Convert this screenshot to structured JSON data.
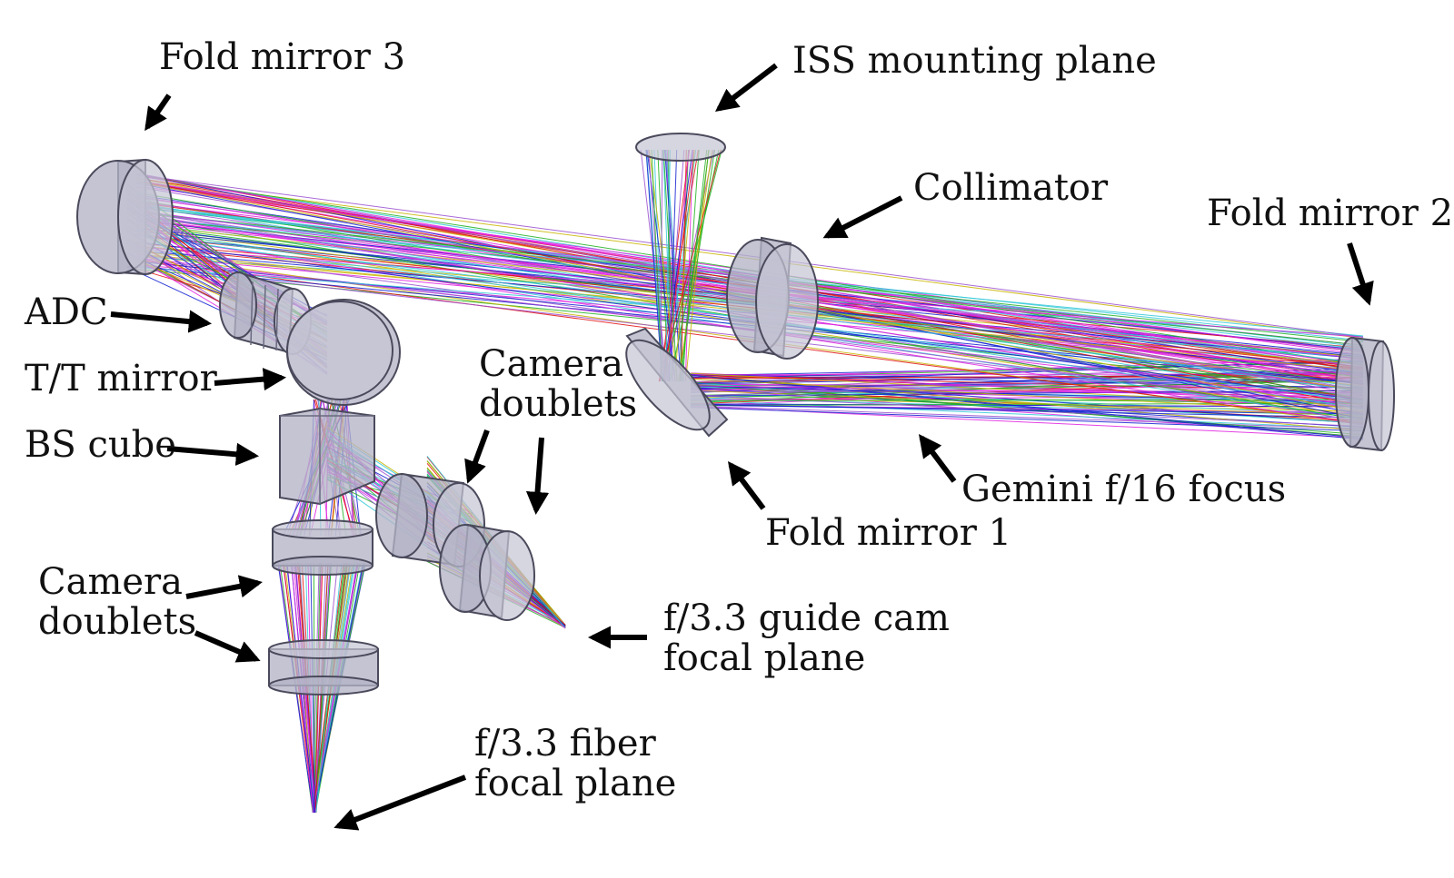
{
  "labels": {
    "fold_mirror_3": "Fold mirror 3",
    "iss_mounting_plane": "ISS mounting plane",
    "collimator": "Collimator",
    "fold_mirror_2": "Fold mirror 2",
    "adc": "ADC",
    "tt_mirror": "T/T mirror",
    "bs_cube": "BS cube",
    "camera_doublets_upper_line1": "Camera",
    "camera_doublets_upper_line2": "doublets",
    "camera_doublets_lower_line1": "Camera",
    "camera_doublets_lower_line2": "doublets",
    "gemini_focus": "Gemini f/16 focus",
    "fold_mirror_1": "Fold mirror 1",
    "guide_cam_line1": "f/3.3 guide cam",
    "guide_cam_line2": "focal plane",
    "fiber_line1": "f/3.3 fiber",
    "fiber_line2": "focal plane"
  },
  "colors": {
    "optic_fill": "#b4b4c6",
    "optic_stroke": "#4a4a5c",
    "arrow": "#000000",
    "ray_colors": [
      "#e020e0",
      "#30c8d8",
      "#c8b400",
      "#1020d0",
      "#e01010",
      "#20b020",
      "#9a50d0"
    ]
  }
}
